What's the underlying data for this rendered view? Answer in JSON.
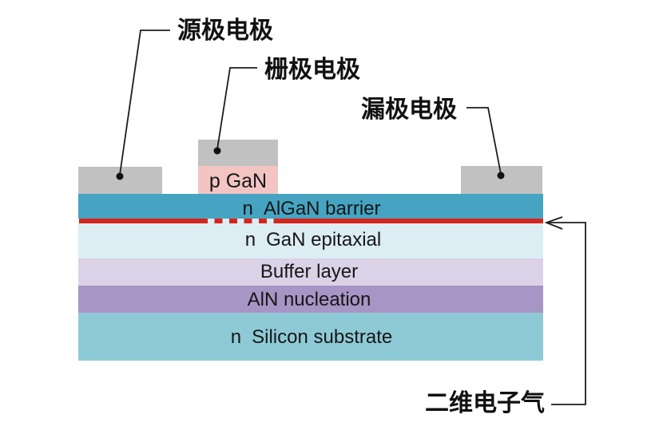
{
  "diagram": {
    "type": "semiconductor-cross-section",
    "annotations": {
      "source_label": "源极电极",
      "gate_label": "栅极电极",
      "drain_label": "漏极电极",
      "twodeg_label": "二维电子气"
    },
    "gate_cap": {
      "label": "p GaN"
    },
    "layers": [
      {
        "prefix": "n",
        "name": "AlGaN barrier"
      },
      {
        "prefix": "n",
        "name": "GaN epitaxial"
      },
      {
        "prefix": "",
        "name": "Buffer layer"
      },
      {
        "prefix": "",
        "name": "AlN nucleation"
      },
      {
        "prefix": "n",
        "name": "Silicon substrate"
      }
    ],
    "colors": {
      "electrode_gray": "#C1C1C1",
      "p_gan_pink": "#F2C5C3",
      "algan_teal": "#46A4C2",
      "gan_epi_blue": "#DCEDF4",
      "buffer_lavender": "#DAD2E6",
      "aln_purple": "#A795C5",
      "silicon_teal": "#8ECAD6",
      "twodeg_red": "#D8241B",
      "line_black": "#1C1C1C"
    }
  }
}
